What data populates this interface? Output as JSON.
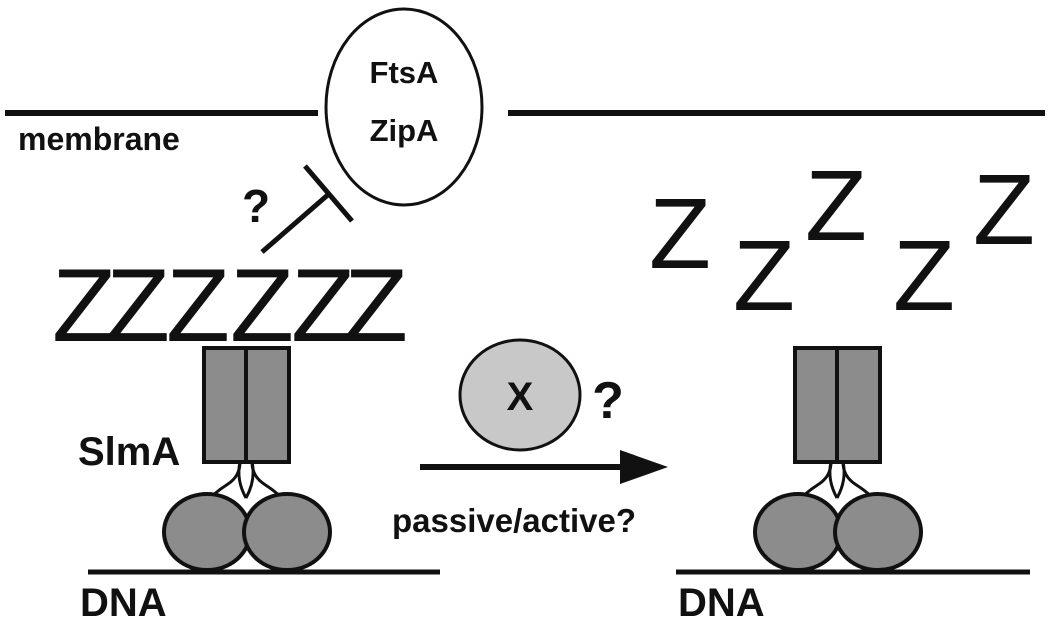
{
  "diagram": {
    "membrane_label": "membrane",
    "ring_proteins": [
      "FtsA",
      "ZipA"
    ],
    "inhibition_question": "?",
    "ftsz_polymer_letters": [
      "Z",
      "Z",
      "Z",
      "Z",
      "Z",
      "Z"
    ],
    "ftsz_free_letters": [
      "Z",
      "Z",
      "Z",
      "Z",
      "Z"
    ],
    "slma_label": "SlmA",
    "dna_label_left": "DNA",
    "dna_label_right": "DNA",
    "factor_label": "X",
    "factor_question": "?",
    "transition_label": "passive/active?"
  }
}
